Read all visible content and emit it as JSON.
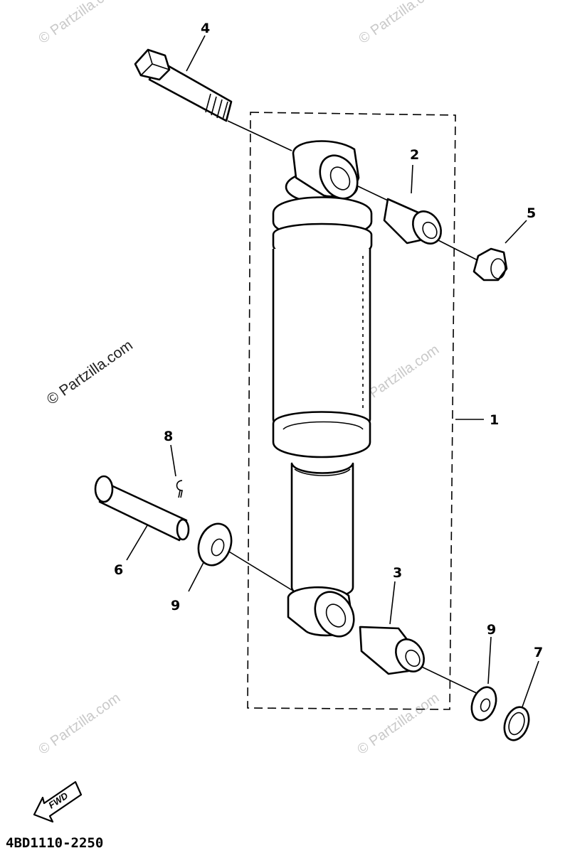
{
  "watermarks": [
    "© Partzilla.com",
    "© Partzilla.com",
    "© Partzilla.com",
    "© Partzilla.com",
    "© Partzilla.com",
    "© Partzilla.com"
  ],
  "callouts": {
    "p1": "1",
    "p2": "2",
    "p3": "3",
    "p4": "4",
    "p5": "5",
    "p6": "6",
    "p7": "7",
    "p8": "8",
    "p9a": "9",
    "p9b": "9"
  },
  "fwd_label": "FWD",
  "diagram_code": "4BD1110-2250"
}
